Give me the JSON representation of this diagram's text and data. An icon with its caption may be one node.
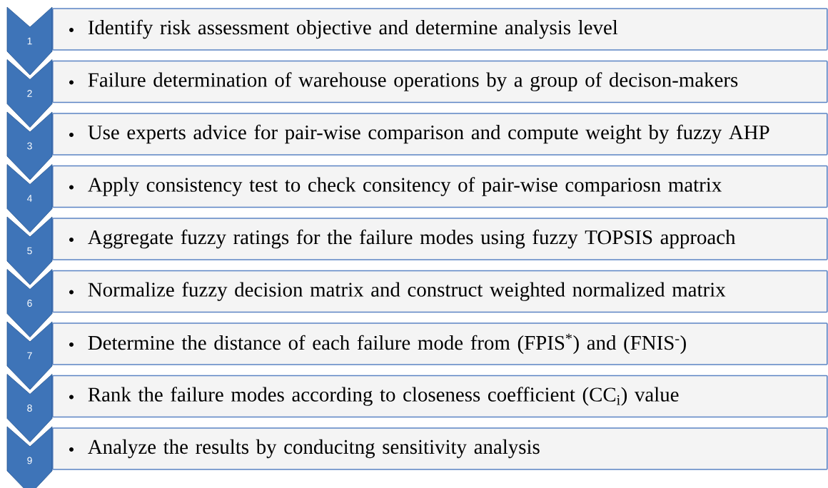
{
  "diagram": {
    "nodes": [
      {
        "text": [
          "1"
        ]
      },
      {
        "text": [
          "Identify risk assessment objective and determine analysis level"
        ]
      },
      {
        "text": [
          "2"
        ]
      },
      {
        "text": [
          "Failure determination of warehouse operations by a group of decison-makers"
        ]
      },
      {
        "text": [
          "3"
        ]
      },
      {
        "text": [
          "Use experts advice for pair-wise comparison and compute weight by fuzzy AHP"
        ]
      },
      {
        "text": [
          "4"
        ]
      },
      {
        "text": [
          "Apply consistency test to check consitency of pair-wise compariosn matrix"
        ]
      },
      {
        "text": [
          "5"
        ]
      },
      {
        "text": [
          "Aggregate fuzzy ratings for the failure modes using fuzzy TOPSIS approach"
        ]
      },
      {
        "text": [
          "6"
        ]
      },
      {
        "text": [
          "Normalize fuzzy decision matrix and construct weighted normalized matrix"
        ]
      },
      {
        "text": [
          "7"
        ]
      },
      {
        "text": [
          "Determine the distance of each failure mode from (FPIS$^{*}$) and (FNIS$^{-}$)"
        ]
      },
      {
        "text": [
          "8"
        ]
      },
      {
        "text": [
          "Rank the failure modes according to closeness coefficient (CC$_{i}$) value"
        ]
      },
      {
        "text": [
          "9"
        ]
      },
      {
        "text": [
          "Analyze the results by conducitng sensitivity analysis"
        ]
      }
    ]
  }
}
